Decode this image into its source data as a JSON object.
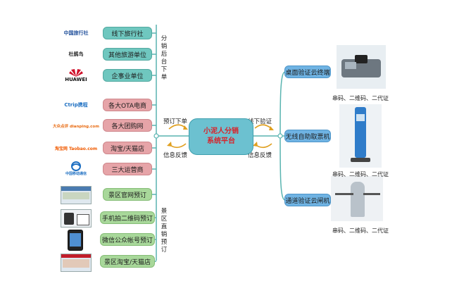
{
  "center": {
    "line1": "小泥人分销",
    "line2": "系统平台"
  },
  "left_labels": {
    "distribution_vertical": [
      "分",
      "销",
      "后",
      "台",
      "下",
      "单"
    ],
    "direct_vertical": [
      "景",
      "区",
      "直",
      "销",
      "预",
      "订"
    ],
    "order": "预订下单",
    "feedback": "信息反馈"
  },
  "right_labels": {
    "offline_verify": "线下验证",
    "feedback": "信息反馈"
  },
  "left_nodes": [
    {
      "label": "线下旅行社",
      "color": "teal"
    },
    {
      "label": "其他旅游单位",
      "color": "teal"
    },
    {
      "label": "企事业单位",
      "color": "teal"
    },
    {
      "label": "各大OTA电商",
      "color": "pink"
    },
    {
      "label": "各大团购网",
      "color": "pink"
    },
    {
      "label": "淘宝/天猫店",
      "color": "pink"
    },
    {
      "label": "三大运营商",
      "color": "pink"
    },
    {
      "label": "景区官网预订",
      "color": "green"
    },
    {
      "label": "手机拍二维码预订",
      "color": "green"
    },
    {
      "label": "微信公众帐号预订",
      "color": "green"
    },
    {
      "label": "景区淘宝/天猫店",
      "color": "green"
    }
  ],
  "logos": [
    {
      "text": "中国旅行社",
      "color": "#1f4e9a",
      "icon": "cts-logo-icon"
    },
    {
      "text": "杜鹃鸟",
      "color": "#2a2a2a",
      "icon": "dujuan-logo-icon"
    },
    {
      "text": "HUAWEI",
      "color": "#d0102a",
      "icon": "huawei-logo-icon"
    },
    {
      "text": "Ctrip携程",
      "color": "#1d6fc2",
      "icon": "ctrip-logo-icon"
    },
    {
      "text": "大众点评 dianping.com",
      "color": "#e86a10",
      "icon": "dianping-logo-icon"
    },
    {
      "text": "淘宝网 Taobao.com",
      "color": "#f05a00",
      "icon": "taobao-logo-icon"
    },
    {
      "text": "中国移动通信",
      "color": "#1d6fc2",
      "icon": "china-mobile-logo-icon"
    }
  ],
  "right_nodes": [
    {
      "label": "桌面验证云终端",
      "caption": "串码、二维码、二代证"
    },
    {
      "label": "无线自助取票机",
      "caption": "串码、二维码、二代证"
    },
    {
      "label": "通道验证云闸机",
      "caption": "串码、二维码、二代证"
    }
  ],
  "colors": {
    "line": "#59b4b0",
    "center_text": "#d8232a",
    "arrow": "#e0a020"
  }
}
